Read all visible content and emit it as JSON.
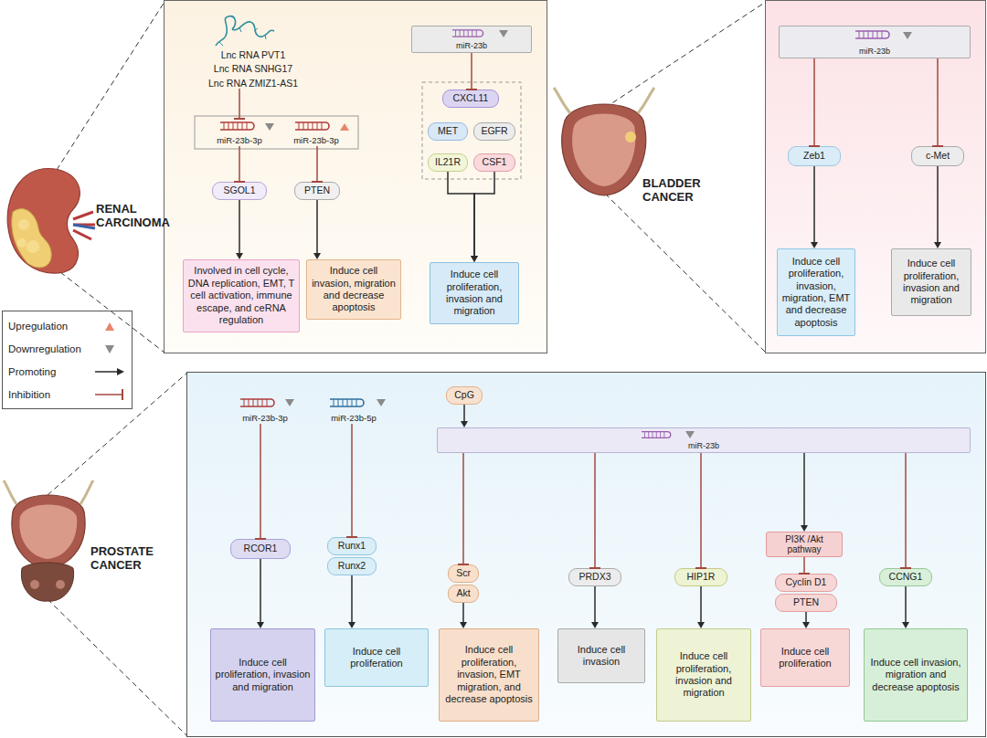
{
  "diagram": {
    "nodes": [
      {
        "text": [
          "RENAL CARCINOMA"
        ]
      },
      {
        "text": [
          "Lnc RNA PVT1",
          "Lnc RNA SNHG17",
          "Lnc RNA ZMIZ1-AS1"
        ],
        "in": 0
      },
      {
        "text": [
          "miR-23b-3p"
        ],
        "in": 0
      },
      {
        "text": [
          "miR-23b-3p"
        ],
        "in": 0
      },
      {
        "text": [
          "miR-23b"
        ],
        "in": 0
      },
      {
        "text": [
          "SGOL1"
        ],
        "in": 0
      },
      {
        "text": [
          "PTEN"
        ],
        "in": 0
      },
      {
        "text": [
          "CXCL11"
        ],
        "in": 0
      },
      {
        "text": [
          "MET"
        ],
        "in": 0
      },
      {
        "text": [
          "EGFR"
        ],
        "in": 0
      },
      {
        "text": [
          "IL21R"
        ],
        "in": 0
      },
      {
        "text": [
          "CSF1"
        ],
        "in": 0
      },
      {
        "text": [
          "Involved in cell cycle, DNA replication, EMT, T cell activation, immune escape, and ceRNA regulation"
        ],
        "in": 0
      },
      {
        "text": [
          "Induce cell invasion, migration and decrease apoptosis"
        ],
        "in": 0
      },
      {
        "text": [
          "Induce cell proliferation, invasion and migration"
        ],
        "in": 0
      },
      {
        "text": [
          "BLADDER CANCER"
        ]
      },
      {
        "text": [
          "miR-23b"
        ],
        "in": 15
      },
      {
        "text": [
          "Zeb1"
        ],
        "in": 15
      },
      {
        "text": [
          "c-Met"
        ],
        "in": 15
      },
      {
        "text": [
          "Induce cell proliferation, invasion, migration, EMT and decrease apoptosis"
        ],
        "in": 15
      },
      {
        "text": [
          "Induce cell proliferation, invasion and migration"
        ],
        "in": 15
      },
      {
        "text": [
          "PROSTATE CANCER"
        ]
      },
      {
        "text": [
          "miR-23b-3p"
        ],
        "in": 21
      },
      {
        "text": [
          "miR-23b-5p"
        ],
        "in": 21
      },
      {
        "text": [
          "CpG"
        ],
        "in": 21
      },
      {
        "text": [
          "miR-23b"
        ],
        "in": 21
      },
      {
        "text": [
          "PI3K /Akt pathway"
        ],
        "in": 21
      },
      {
        "text": [
          "RCOR1"
        ],
        "in": 21
      },
      {
        "text": [
          "Runx1"
        ],
        "in": 21
      },
      {
        "text": [
          "Runx2"
        ],
        "in": 21
      },
      {
        "text": [
          "Scr"
        ],
        "in": 21
      },
      {
        "text": [
          "Akt"
        ],
        "in": 21
      },
      {
        "text": [
          "PRDX3"
        ],
        "in": 21
      },
      {
        "text": [
          "HIP1R"
        ],
        "in": 21
      },
      {
        "text": [
          "Cyclin D1"
        ],
        "in": 21
      },
      {
        "text": [
          "PTEN"
        ],
        "in": 21
      },
      {
        "text": [
          "CCNG1"
        ],
        "in": 21
      },
      {
        "text": [
          "Induce cell proliferation, invasion and migration"
        ],
        "in": 21
      },
      {
        "text": [
          "Induce cell proliferation"
        ],
        "in": 21
      },
      {
        "text": [
          "Induce cell proliferation, invasion, EMT migration, and decrease apoptosis"
        ],
        "in": 21
      },
      {
        "text": [
          "Induce cell invasion"
        ],
        "in": 21
      },
      {
        "text": [
          "Induce cell proliferation, invasion and migration"
        ],
        "in": 21
      },
      {
        "text": [
          "Induce cell proliferation"
        ],
        "in": 21
      },
      {
        "text": [
          "Induce cell invasion, migration and decrease apoptosis"
        ],
        "in": 21
      }
    ],
    "edges": [
      {
        "from": 1,
        "to": 2,
        "arrow": "to"
      },
      {
        "from": 2,
        "to": 5,
        "arrow": "to"
      },
      {
        "from": 3,
        "to": 6,
        "arrow": "to"
      },
      {
        "from": 5,
        "to": 12,
        "arrow": "to"
      },
      {
        "from": 6,
        "to": 13,
        "arrow": "to"
      },
      {
        "from": 4,
        "to": 7,
        "arrow": "to"
      },
      {
        "from": 10,
        "to": 14,
        "arrow": "to"
      },
      {
        "from": 11,
        "to": 14,
        "arrow": "to"
      },
      {
        "from": 16,
        "to": 17,
        "arrow": "to"
      },
      {
        "from": 16,
        "to": 18,
        "arrow": "to"
      },
      {
        "from": 17,
        "to": 19,
        "arrow": "to"
      },
      {
        "from": 18,
        "to": 20,
        "arrow": "to"
      },
      {
        "from": 22,
        "to": 27,
        "arrow": "to"
      },
      {
        "from": 23,
        "to": 28,
        "arrow": "to"
      },
      {
        "from": 24,
        "to": 25,
        "arrow": "to"
      },
      {
        "from": 25,
        "to": 30,
        "arrow": "to"
      },
      {
        "from": 25,
        "to": 32,
        "arrow": "to"
      },
      {
        "from": 25,
        "to": 33,
        "arrow": "to"
      },
      {
        "from": 25,
        "to": 26,
        "arrow": "to"
      },
      {
        "from": 25,
        "to": 36,
        "arrow": "to"
      },
      {
        "from": 26,
        "to": 34,
        "arrow": "to"
      },
      {
        "from": 27,
        "to": 37,
        "arrow": "to"
      },
      {
        "from": 29,
        "to": 38,
        "arrow": "to"
      },
      {
        "from": 31,
        "to": 39,
        "arrow": "to"
      },
      {
        "from": 32,
        "to": 40,
        "arrow": "to"
      },
      {
        "from": 33,
        "to": 41,
        "arrow": "to"
      },
      {
        "from": 35,
        "to": 42,
        "arrow": "to"
      },
      {
        "from": 36,
        "to": 43,
        "arrow": "to"
      }
    ],
    "legend": [
      {
        "text": "Upregulation",
        "color": "#e8876a"
      },
      {
        "text": "Downregulation",
        "color": "#8a8a8a"
      },
      {
        "text": "Promoting"
      },
      {
        "text": "Inhibition"
      }
    ]
  }
}
